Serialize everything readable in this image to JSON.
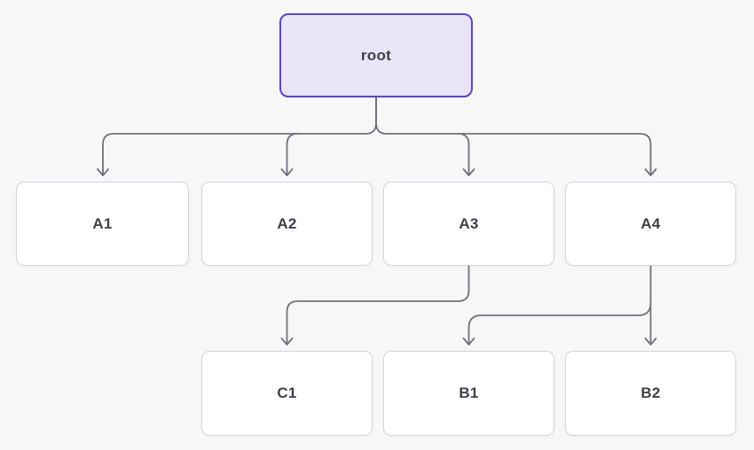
{
  "diagram": {
    "type": "tree",
    "background": "#f7f7f8",
    "connector_color": "#71717d",
    "node_style": {
      "fill": "#ffffff",
      "border": "#d4d4d9",
      "text_color": "#3f3f4a"
    },
    "root_style": {
      "fill": "#e9e4f6",
      "border": "#5a45c8"
    },
    "nodes": [
      {
        "id": "root",
        "label": "root",
        "variant": "highlighted"
      },
      {
        "id": "A1",
        "label": "A1",
        "variant": "default"
      },
      {
        "id": "A2",
        "label": "A2",
        "variant": "default"
      },
      {
        "id": "A3",
        "label": "A3",
        "variant": "default"
      },
      {
        "id": "A4",
        "label": "A4",
        "variant": "default"
      },
      {
        "id": "C1",
        "label": "C1",
        "variant": "default"
      },
      {
        "id": "B1",
        "label": "B1",
        "variant": "default"
      },
      {
        "id": "B2",
        "label": "B2",
        "variant": "default"
      }
    ],
    "edges": [
      {
        "from": "root",
        "to": "A1"
      },
      {
        "from": "root",
        "to": "A2"
      },
      {
        "from": "root",
        "to": "A3"
      },
      {
        "from": "root",
        "to": "A4"
      },
      {
        "from": "A3",
        "to": "C1"
      },
      {
        "from": "A4",
        "to": "B1"
      },
      {
        "from": "A4",
        "to": "B2"
      }
    ]
  }
}
